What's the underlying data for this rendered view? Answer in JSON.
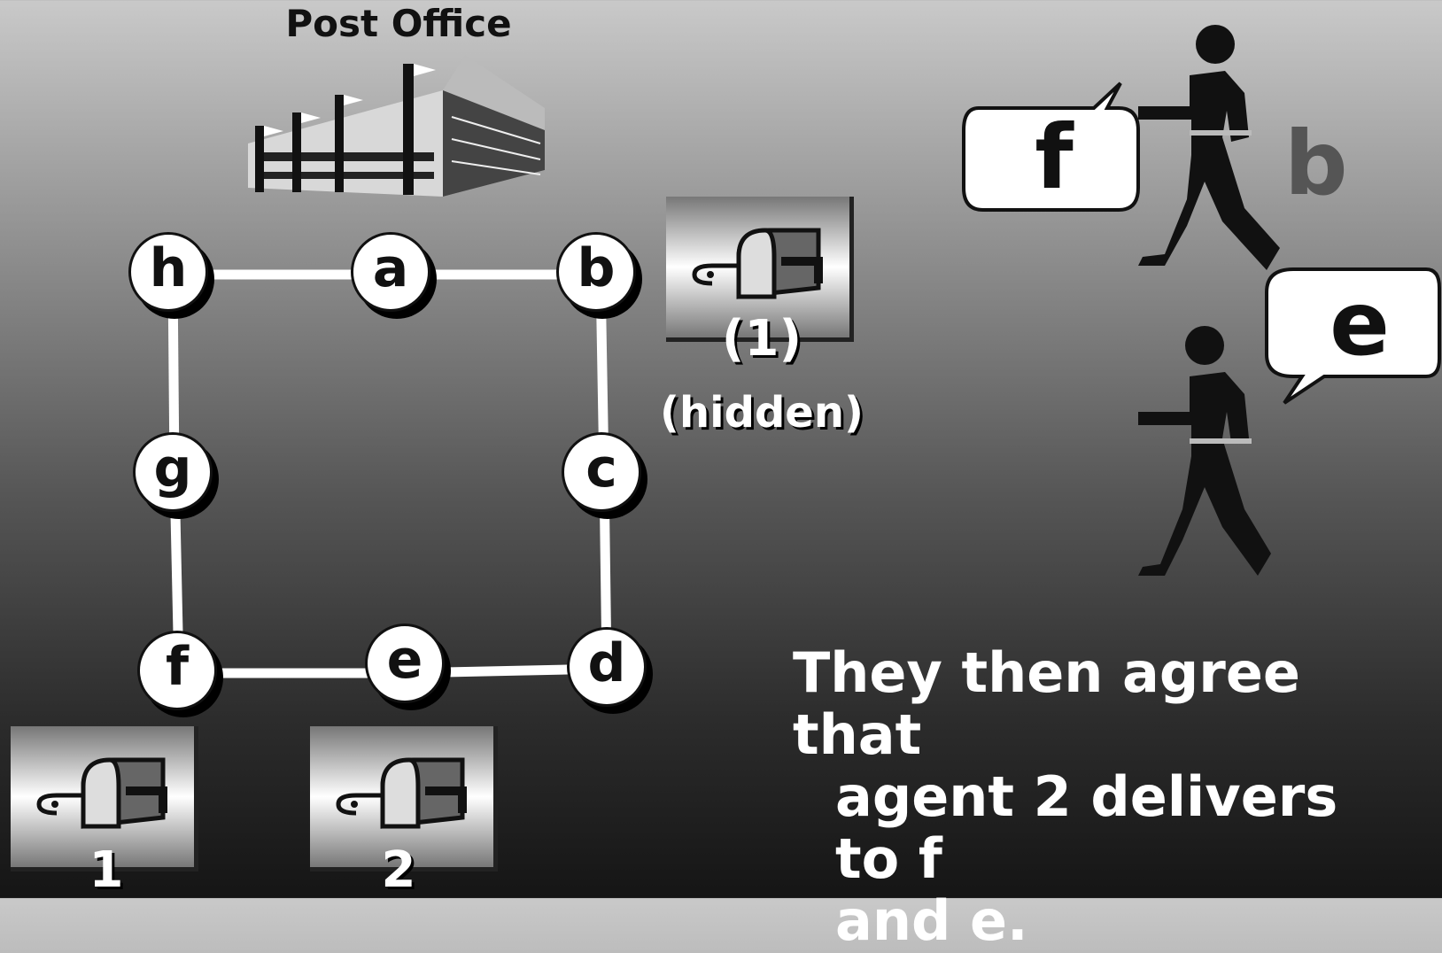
{
  "header": {
    "post_office_label": "Post Office"
  },
  "graph": {
    "nodes": [
      {
        "id": "h",
        "label": "h"
      },
      {
        "id": "a",
        "label": "a"
      },
      {
        "id": "b",
        "label": "b"
      },
      {
        "id": "g",
        "label": "g"
      },
      {
        "id": "c",
        "label": "c"
      },
      {
        "id": "f",
        "label": "f"
      },
      {
        "id": "e",
        "label": "e"
      },
      {
        "id": "d",
        "label": "d"
      }
    ],
    "edges": [
      [
        "h",
        "a"
      ],
      [
        "a",
        "b"
      ],
      [
        "b",
        "c"
      ],
      [
        "c",
        "d"
      ],
      [
        "d",
        "e"
      ],
      [
        "e",
        "f"
      ],
      [
        "f",
        "g"
      ],
      [
        "g",
        "h"
      ]
    ]
  },
  "mailboxes": {
    "hidden_mailbox_label": "(1)",
    "hidden_note": "(hidden)",
    "mailbox_1_label": "1",
    "mailbox_2_label": "2"
  },
  "agents": {
    "agent_top": {
      "speech": "f",
      "letter": "b"
    },
    "agent_bottom": {
      "speech": "e"
    }
  },
  "caption": {
    "line1": "They then agree that",
    "line2": "agent 2 delivers to f",
    "line3": "and e."
  },
  "colors": {
    "node_fill": "#ffffff",
    "edge": "#ffffff",
    "text_dark": "#111111",
    "agent": "#111111",
    "agent_letter": "#555555"
  }
}
